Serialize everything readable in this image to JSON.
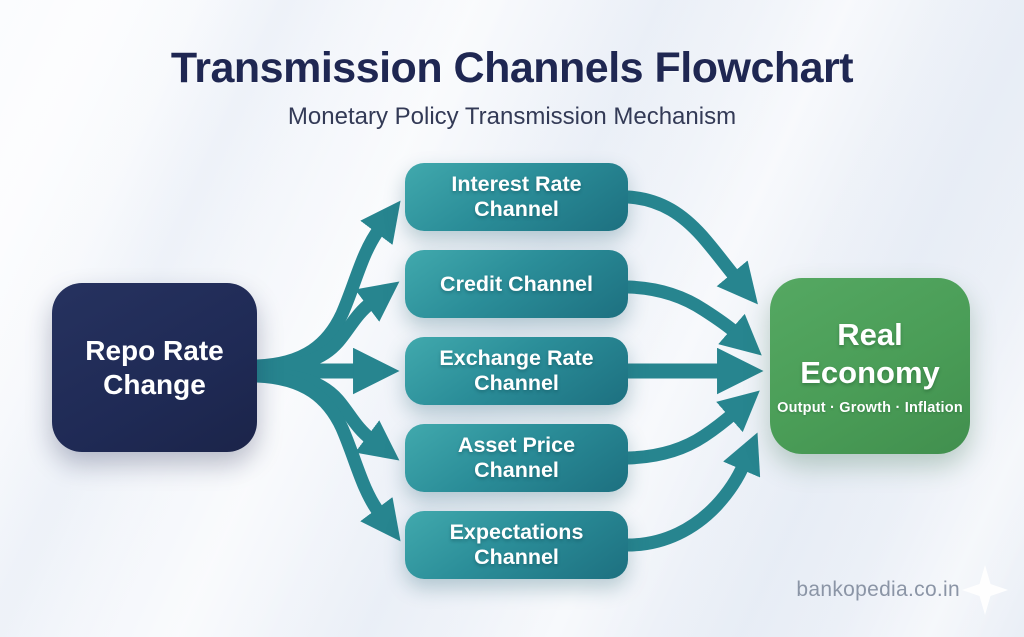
{
  "header": {
    "title": "Transmission Channels Flowchart",
    "subtitle": "Monetary Policy Transmission Mechanism"
  },
  "flowchart": {
    "source": {
      "label": "Repo Rate Change"
    },
    "channels": [
      {
        "label": "Interest Rate Channel"
      },
      {
        "label": "Credit Channel"
      },
      {
        "label": "Exchange Rate Channel"
      },
      {
        "label": "Asset Price Channel"
      },
      {
        "label": "Expectations Channel"
      }
    ],
    "sink": {
      "label": "Real Economy",
      "sublabel": "Output · Growth · Inflation"
    }
  },
  "footer": {
    "watermark": "bankopedia.co.in"
  },
  "colors": {
    "title_navy": "#1f2752",
    "source_navy": "#1f2a55",
    "channel_teal_light": "#41a9ad",
    "channel_teal_dark": "#1d7080",
    "arrow_teal": "#27858f",
    "sink_green": "#4a9d57",
    "background": "#f0f4f9",
    "watermark_gray": "#8b95a6"
  }
}
